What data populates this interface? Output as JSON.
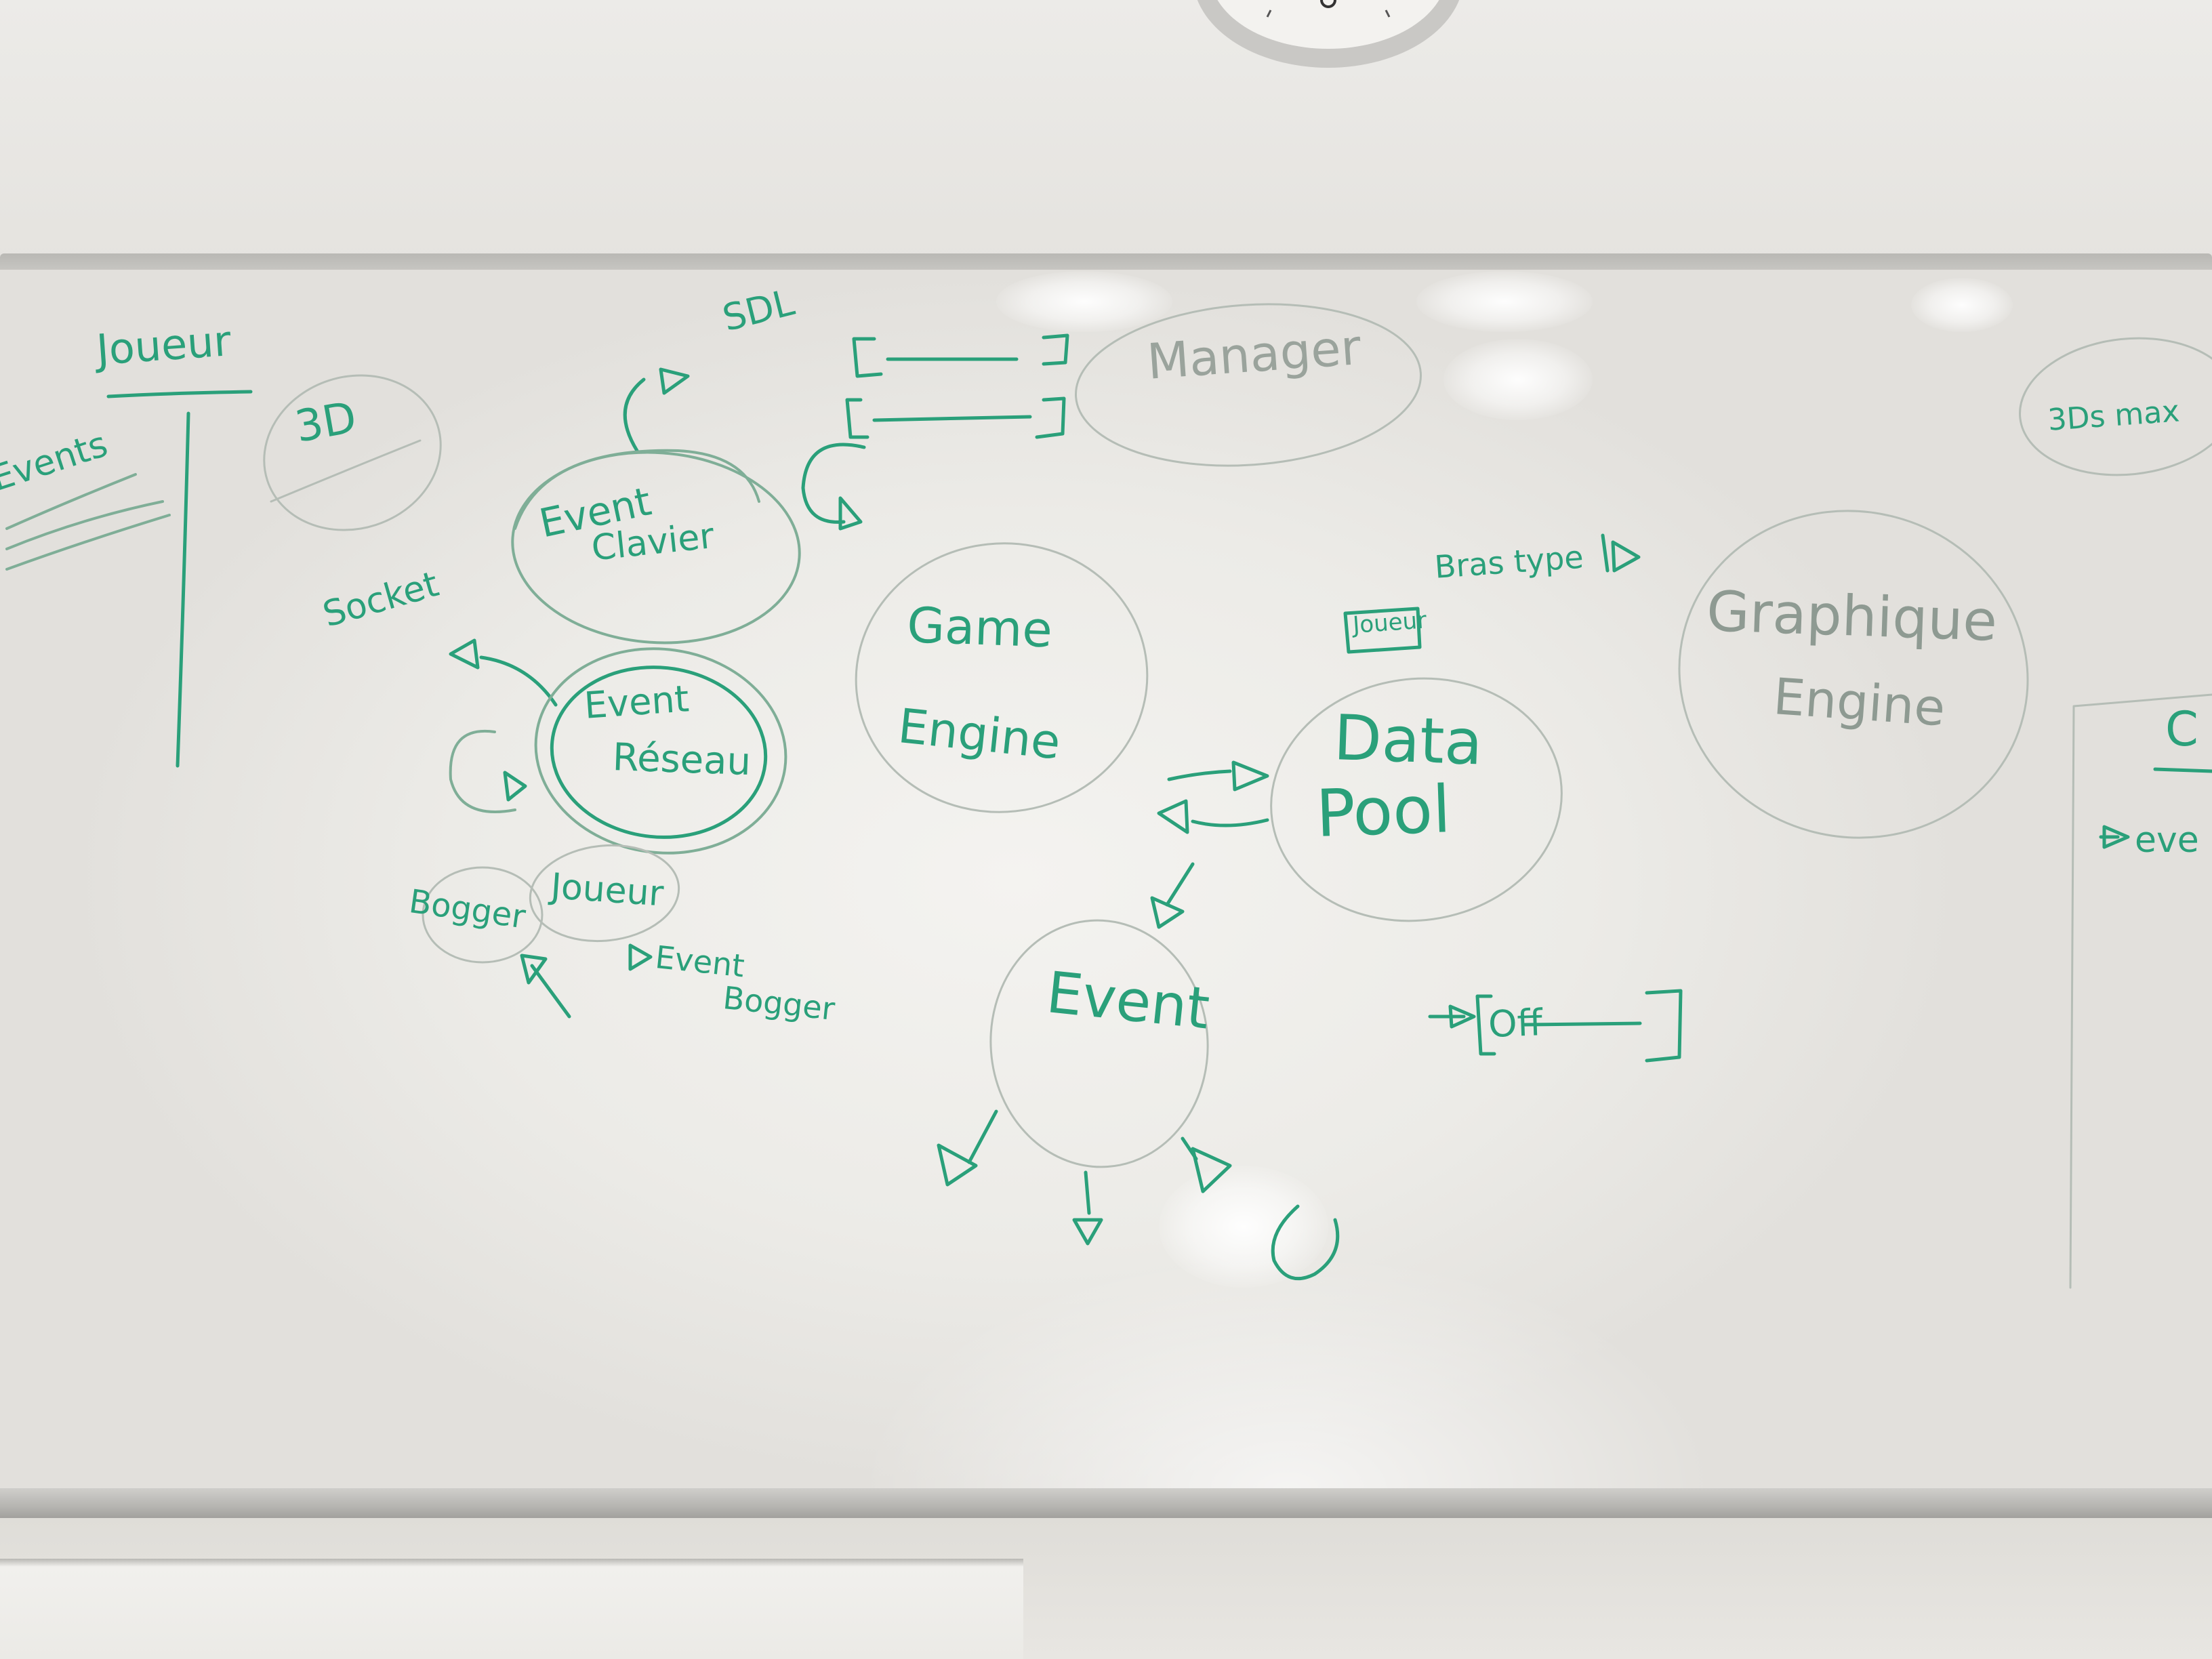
{
  "scene": {
    "ink_color": "#2aa07a",
    "faint_ink_color": "#b5bdb6",
    "board_color": "#efeeea",
    "frame_color": "#c4c3bf"
  },
  "board": {
    "labels": {
      "joueur_top": "Joueur",
      "events_left": "Events",
      "three_d": "3D",
      "sdl": "SDL",
      "event_clavier_1": "Event",
      "event_clavier_2": "Clavier",
      "socket": "Socket",
      "event_reseau_1": "Event",
      "event_reseau_2": "Réseau",
      "manager": "Manager",
      "game_engine_1": "Game",
      "game_engine_2": "Engine",
      "data_pool_1": "Data",
      "data_pool_2": "Pool",
      "bras_type": "Bras type",
      "joueur_box": "Joueur",
      "bogger": "Bogger",
      "joueur_bottom": "Joueur",
      "event_bogger_1": "Event",
      "event_bogger_2": "Bogger",
      "event_center": "Event",
      "off": "Off",
      "graphique_engine_1": "Graphique",
      "graphique_engine_2": "Engine",
      "three_ds_max": "3Ds max",
      "right_edge_heading": "C",
      "right_edge_item": "eve"
    }
  }
}
